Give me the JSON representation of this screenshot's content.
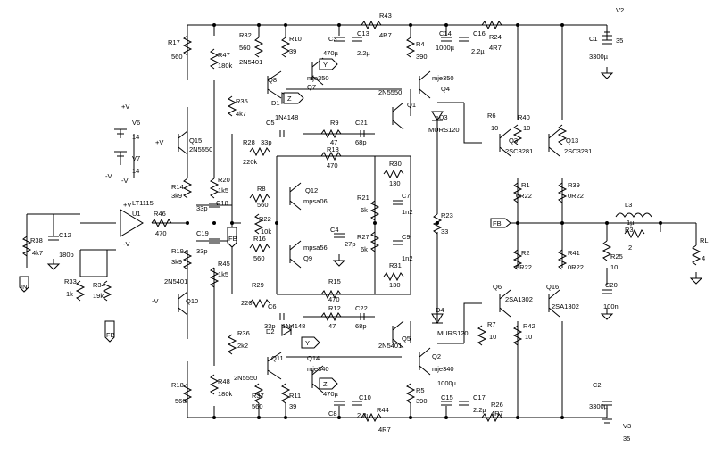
{
  "labels": [
    {
      "id": "R43",
      "text": "R43"
    },
    {
      "id": "R43v",
      "text": "4R7"
    },
    {
      "id": "V2",
      "text": "V2"
    },
    {
      "id": "V2v",
      "text": "35"
    },
    {
      "id": "R17",
      "text": "R17"
    },
    {
      "id": "R17v",
      "text": "560"
    },
    {
      "id": "R47",
      "text": "R47"
    },
    {
      "id": "R47v",
      "text": "180k"
    },
    {
      "id": "R32",
      "text": "R32"
    },
    {
      "id": "R32v",
      "text": "560"
    },
    {
      "id": "R10",
      "text": "R10"
    },
    {
      "id": "R10v",
      "text": "39"
    },
    {
      "id": "C3",
      "text": "C3"
    },
    {
      "id": "C13",
      "text": "C13"
    },
    {
      "id": "C13v",
      "text": "2.2µ"
    },
    {
      "id": "C3v",
      "text": "470µ"
    },
    {
      "id": "R4",
      "text": "R4"
    },
    {
      "id": "R4v",
      "text": "390"
    },
    {
      "id": "C14",
      "text": "C14"
    },
    {
      "id": "C14v",
      "text": "1000µ"
    },
    {
      "id": "C16",
      "text": "C16"
    },
    {
      "id": "C16v",
      "text": "2.2µ"
    },
    {
      "id": "R24",
      "text": "R24"
    },
    {
      "id": "R24v",
      "text": "4R7"
    },
    {
      "id": "C1",
      "text": "C1"
    },
    {
      "id": "C1v",
      "text": "3300µ"
    },
    {
      "id": "Q8a",
      "text": "2N5401"
    },
    {
      "id": "Q8",
      "text": "Q8"
    },
    {
      "id": "Q7",
      "text": "Q7"
    },
    {
      "id": "Q7t",
      "text": "mje350"
    },
    {
      "id": "Q4",
      "text": "Q4"
    },
    {
      "id": "Q4t",
      "text": "mje350"
    },
    {
      "id": "Q1t",
      "text": "2N5550"
    },
    {
      "id": "Q1",
      "text": "Q1"
    },
    {
      "id": "D1",
      "text": "D1"
    },
    {
      "id": "D1t",
      "text": "1N4148"
    },
    {
      "id": "R35",
      "text": "R35"
    },
    {
      "id": "R35v",
      "text": "4k7"
    },
    {
      "id": "C5",
      "text": "C5"
    },
    {
      "id": "C5v",
      "text": "33p"
    },
    {
      "id": "R9",
      "text": "R9"
    },
    {
      "id": "R9v",
      "text": "47"
    },
    {
      "id": "C21",
      "text": "C21"
    },
    {
      "id": "C21v",
      "text": "68p"
    },
    {
      "id": "R28",
      "text": "R28"
    },
    {
      "id": "R28v",
      "text": "220k"
    },
    {
      "id": "R13",
      "text": "R13"
    },
    {
      "id": "R13v",
      "text": "470"
    },
    {
      "id": "D3",
      "text": "D3"
    },
    {
      "id": "D3t",
      "text": "MURS120"
    },
    {
      "id": "R6",
      "text": "R6"
    },
    {
      "id": "R6v",
      "text": "10"
    },
    {
      "id": "R40",
      "text": "R40"
    },
    {
      "id": "R40v",
      "text": "10"
    },
    {
      "id": "Q3",
      "text": "Q3"
    },
    {
      "id": "Q3t",
      "text": "2SC3281"
    },
    {
      "id": "Q13",
      "text": "Q13"
    },
    {
      "id": "Q13t",
      "text": "2SC3281"
    },
    {
      "id": "V6",
      "text": "V6"
    },
    {
      "id": "V6v",
      "text": "14"
    },
    {
      "id": "V7",
      "text": "V7"
    },
    {
      "id": "V7v",
      "text": "14"
    },
    {
      "id": "Q15",
      "text": "Q15"
    },
    {
      "id": "Q15t",
      "text": "2N5550"
    },
    {
      "id": "R30",
      "text": "R30"
    },
    {
      "id": "R30v",
      "text": "130"
    },
    {
      "id": "R14",
      "text": "R14"
    },
    {
      "id": "R14v",
      "text": "3k9"
    },
    {
      "id": "R20",
      "text": "R20"
    },
    {
      "id": "R20v",
      "text": "1k5"
    },
    {
      "id": "R8",
      "text": "R8"
    },
    {
      "id": "R8v",
      "text": "560"
    },
    {
      "id": "Q12",
      "text": "Q12"
    },
    {
      "id": "Q12t",
      "text": "mpsa06"
    },
    {
      "id": "R21",
      "text": "R21"
    },
    {
      "id": "R21v",
      "text": "6k"
    },
    {
      "id": "C7",
      "text": "C7"
    },
    {
      "id": "C7v",
      "text": "1n2"
    },
    {
      "id": "R1",
      "text": "R1"
    },
    {
      "id": "R1v",
      "text": "0R22"
    },
    {
      "id": "R39",
      "text": "R39"
    },
    {
      "id": "R39v",
      "text": "0R22"
    },
    {
      "id": "U1t",
      "text": "LT1115"
    },
    {
      "id": "U1",
      "text": "U1"
    },
    {
      "id": "C18",
      "text": "C18"
    },
    {
      "id": "C18v",
      "text": "33p"
    },
    {
      "id": "R22",
      "text": "R22"
    },
    {
      "id": "R22v",
      "text": "10k"
    },
    {
      "id": "R23",
      "text": "R23"
    },
    {
      "id": "R23v",
      "text": "33"
    },
    {
      "id": "L3",
      "text": "L3"
    },
    {
      "id": "L3v",
      "text": "1µ"
    },
    {
      "id": "R3",
      "text": "R3"
    },
    {
      "id": "R3v",
      "text": "2"
    },
    {
      "id": "R46",
      "text": "R46"
    },
    {
      "id": "R46v",
      "text": "470"
    },
    {
      "id": "FB1",
      "text": "FB"
    },
    {
      "id": "FB2",
      "text": "FB"
    },
    {
      "id": "FB3",
      "text": "FB"
    },
    {
      "id": "R38",
      "text": "R38"
    },
    {
      "id": "R38v",
      "text": "4k7"
    },
    {
      "id": "C12",
      "text": "C12"
    },
    {
      "id": "C12v",
      "text": "180p"
    },
    {
      "id": "C19",
      "text": "C19"
    },
    {
      "id": "C19v",
      "text": "33p"
    },
    {
      "id": "R16",
      "text": "R16"
    },
    {
      "id": "R16v",
      "text": "560"
    },
    {
      "id": "C4",
      "text": "C4"
    },
    {
      "id": "C4v",
      "text": "27p"
    },
    {
      "id": "R27",
      "text": "R27"
    },
    {
      "id": "R27v",
      "text": "6k"
    },
    {
      "id": "C9",
      "text": "C9"
    },
    {
      "id": "C9v",
      "text": "1n2"
    },
    {
      "id": "Q9t",
      "text": "mpsa56"
    },
    {
      "id": "Q9",
      "text": "Q9"
    },
    {
      "id": "R2",
      "text": "R2"
    },
    {
      "id": "R2v",
      "text": "0R22"
    },
    {
      "id": "R41",
      "text": "R41"
    },
    {
      "id": "R41v",
      "text": "0R22"
    },
    {
      "id": "RL",
      "text": "RL"
    },
    {
      "id": "RLv",
      "text": "4"
    },
    {
      "id": "R25",
      "text": "R25"
    },
    {
      "id": "R25v",
      "text": "10"
    },
    {
      "id": "C20",
      "text": "C20"
    },
    {
      "id": "C20v",
      "text": "100n"
    },
    {
      "id": "R19",
      "text": "R19"
    },
    {
      "id": "R19v",
      "text": "3k9"
    },
    {
      "id": "R45",
      "text": "R45"
    },
    {
      "id": "R45v",
      "text": "1k5"
    },
    {
      "id": "R31",
      "text": "R31"
    },
    {
      "id": "R31v",
      "text": "130"
    },
    {
      "id": "R33",
      "text": "R33"
    },
    {
      "id": "R33v",
      "text": "1k"
    },
    {
      "id": "R34",
      "text": "R34"
    },
    {
      "id": "R34v",
      "text": "19k"
    },
    {
      "id": "IN",
      "text": "IN"
    },
    {
      "id": "Q10t",
      "text": "2N5401"
    },
    {
      "id": "Q10",
      "text": "Q10"
    },
    {
      "id": "R29",
      "text": "R29"
    },
    {
      "id": "R29v",
      "text": "220k"
    },
    {
      "id": "C6",
      "text": "C6"
    },
    {
      "id": "C6v",
      "text": "33p"
    },
    {
      "id": "R15",
      "text": "R15"
    },
    {
      "id": "R15v",
      "text": "470"
    },
    {
      "id": "D4",
      "text": "D4"
    },
    {
      "id": "D4t",
      "text": "MURS120"
    },
    {
      "id": "R12",
      "text": "R12"
    },
    {
      "id": "R12v",
      "text": "47"
    },
    {
      "id": "C22",
      "text": "C22"
    },
    {
      "id": "C22v",
      "text": "68p"
    },
    {
      "id": "D2",
      "text": "D2"
    },
    {
      "id": "D2t",
      "text": "1N4148"
    },
    {
      "id": "R36",
      "text": "R36"
    },
    {
      "id": "R36v",
      "text": "2k2"
    },
    {
      "id": "Q6",
      "text": "Q6"
    },
    {
      "id": "Q6t",
      "text": "2SA1302"
    },
    {
      "id": "Q16",
      "text": "Q16"
    },
    {
      "id": "Q16t",
      "text": "2SA1302"
    },
    {
      "id": "R7",
      "text": "R7"
    },
    {
      "id": "R7v",
      "text": "10"
    },
    {
      "id": "R42",
      "text": "R42"
    },
    {
      "id": "R42v",
      "text": "10"
    },
    {
      "id": "Q5",
      "text": "Q5"
    },
    {
      "id": "Q5t",
      "text": "2N5401"
    },
    {
      "id": "Q2",
      "text": "Q2"
    },
    {
      "id": "Q2t",
      "text": "mje340"
    },
    {
      "id": "Q11",
      "text": "Q11"
    },
    {
      "id": "Q11t",
      "text": "2N5550"
    },
    {
      "id": "Q14",
      "text": "Q14"
    },
    {
      "id": "Q14t",
      "text": "mje340"
    },
    {
      "id": "R18",
      "text": "R18"
    },
    {
      "id": "R18v",
      "text": "560"
    },
    {
      "id": "R48",
      "text": "R48"
    },
    {
      "id": "R48v",
      "text": "180k"
    },
    {
      "id": "R37",
      "text": "R37"
    },
    {
      "id": "R37v",
      "text": "560"
    },
    {
      "id": "R11",
      "text": "R11"
    },
    {
      "id": "R11v",
      "text": "39"
    },
    {
      "id": "C8",
      "text": "C8"
    },
    {
      "id": "C10",
      "text": "C10"
    },
    {
      "id": "C10v",
      "text": "2.2µ"
    },
    {
      "id": "C8v",
      "text": "470µ"
    },
    {
      "id": "R5",
      "text": "R5"
    },
    {
      "id": "R5v",
      "text": "390"
    },
    {
      "id": "C15",
      "text": "C15"
    },
    {
      "id": "C15v",
      "text": "1000µ"
    },
    {
      "id": "C17",
      "text": "C17"
    },
    {
      "id": "C17v",
      "text": "2.2µ"
    },
    {
      "id": "R26",
      "text": "R26"
    },
    {
      "id": "R26v",
      "text": "4R7"
    },
    {
      "id": "C2",
      "text": "C2"
    },
    {
      "id": "C2v",
      "text": "3300µ"
    },
    {
      "id": "R44",
      "text": "R44"
    },
    {
      "id": "R44v",
      "text": "4R7"
    },
    {
      "id": "V3",
      "text": "V3"
    },
    {
      "id": "V3v",
      "text": "35"
    },
    {
      "id": "Z1",
      "text": "Z"
    },
    {
      "id": "Y1",
      "text": "Y"
    },
    {
      "id": "Z2",
      "text": "Z"
    },
    {
      "id": "Y2",
      "text": "Y"
    },
    {
      "id": "pv1",
      "text": "+V"
    },
    {
      "id": "mv1",
      "text": "-V"
    },
    {
      "id": "pv2",
      "text": "+V"
    },
    {
      "id": "mv2",
      "text": "-V"
    },
    {
      "id": "pv3",
      "text": "+V"
    },
    {
      "id": "mv3",
      "text": "-V"
    },
    {
      "id": "mv4",
      "text": "-V"
    }
  ]
}
